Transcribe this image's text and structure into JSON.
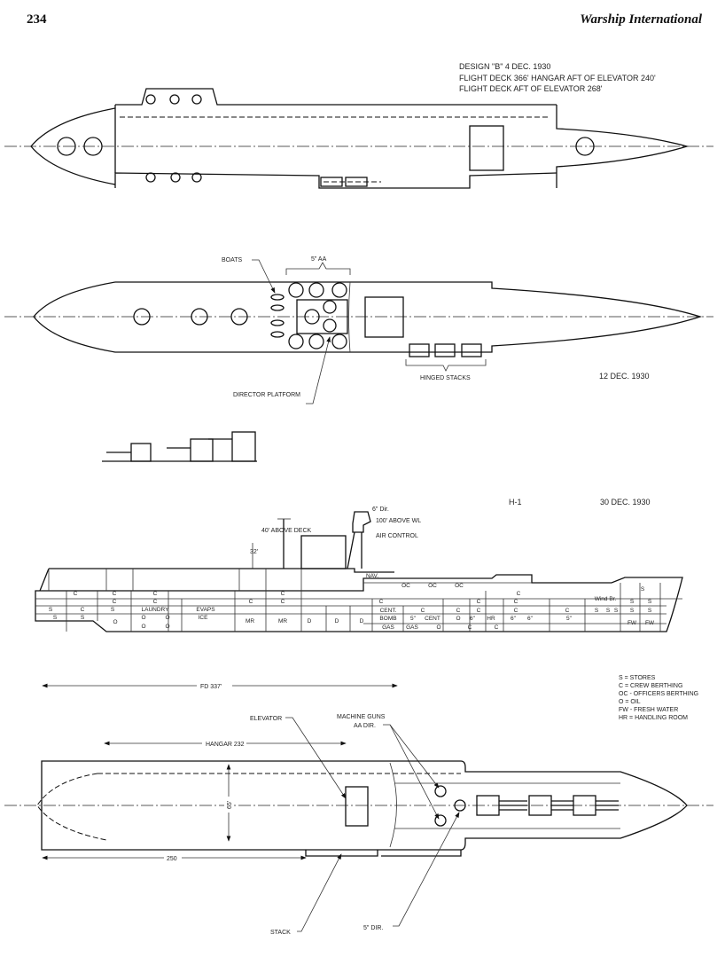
{
  "header": {
    "page_number": "234",
    "running_title": "Warship International"
  },
  "design_b": {
    "title_lines": [
      "DESIGN \"B\" 4 DEC. 1930",
      "FLIGHT DECK 366' HANGAR AFT OF ELEVATOR 240'",
      "FLIGHT DECK AFT OF ELEVATOR 268'"
    ]
  },
  "design_12dec": {
    "date": "12 DEC. 1930",
    "labels": {
      "boats": "BOATS",
      "aa_guns": "5\" AA",
      "director_platform": "DIRECTOR PLATFORM",
      "hinged_stacks": "HINGED STACKS"
    }
  },
  "design_h1": {
    "name": "H-1",
    "date": "30 DEC. 1930",
    "labels": {
      "director": "6\" Dir.",
      "height_above_wl": "100' ABOVE WL",
      "air_control": "AIR CONTROL",
      "above_deck": "40' ABOVE DECK",
      "height_32": "32'"
    },
    "compartment_labels": [
      "C",
      "C",
      "C",
      "C",
      "C",
      "C",
      "C",
      "C",
      "S",
      "C",
      "S",
      "LAUNDRY",
      "EVAPS",
      "S",
      "S",
      "O",
      "O",
      "O",
      "ICE",
      "MR",
      "MR",
      "D",
      "D",
      "D",
      "O",
      "O",
      "NAV.",
      "OC",
      "OC",
      "OC",
      "C",
      "C",
      "C",
      "C",
      "CENT.",
      "C",
      "C",
      "C",
      "C",
      "C",
      "S",
      "S",
      "S",
      "S",
      "S",
      "BOMB",
      "GAS",
      "5\"",
      "GAS",
      "CENT",
      "O",
      "O",
      "6\"",
      "C",
      "HR",
      "C",
      "6\"",
      "6\"",
      "5\"",
      "FW",
      "FW",
      "S",
      "S",
      "S",
      "Wind Br."
    ]
  },
  "legend": [
    "S = STORES",
    "C = CREW BERTHING",
    "OC - OFFICERS BERTHING",
    "O = OIL",
    "FW - FRESH WATER",
    "HR = HANDLING ROOM"
  ],
  "plan_view": {
    "labels": {
      "flight_deck": "FD 337'",
      "elevator": "ELEVATOR",
      "machine_guns": "MACHINE GUNS",
      "aa_dir": "AA DIR.",
      "hangar": "HANGAR 232",
      "beam": "65'",
      "length_250": "250",
      "stack": "STACK",
      "dir_5": "5\" DIR."
    }
  }
}
